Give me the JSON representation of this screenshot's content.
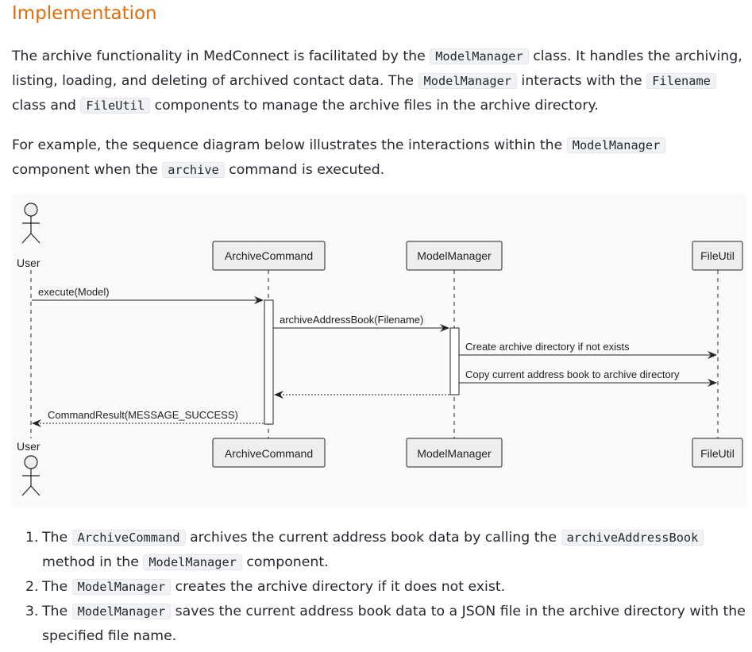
{
  "heading": "Implementation",
  "para1": {
    "t1": "The archive functionality in MedConnect is facilitated by the ",
    "c1": "ModelManager",
    "t2": " class. It handles the archiving, listing, loading, and deleting of archived contact data. The ",
    "c2": "ModelManager",
    "t3": " interacts with the ",
    "c3": "Filename",
    "t4": " class and ",
    "c4": "FileUtil",
    "t5": " components to manage the archive files in the archive directory."
  },
  "para2": {
    "t1": "For example, the sequence diagram below illustrates the interactions within the ",
    "c1": "ModelManager",
    "t2": " component when the ",
    "c2": "archive",
    "t3": " command is executed."
  },
  "diagram": {
    "actor": "User",
    "participants": [
      "ArchiveCommand",
      "ModelManager",
      "FileUtil"
    ],
    "messages": [
      "execute(Model)",
      "archiveAddressBook(Filename)",
      "Create archive directory if not exists",
      "Copy current address book to archive directory",
      "CommandResult(MESSAGE_SUCCESS)"
    ]
  },
  "steps": [
    {
      "num": "1.",
      "t1": "The ",
      "c1": "ArchiveCommand",
      "t2": " archives the current address book data by calling the ",
      "c2": "archiveAddressBook",
      "t3": " method in the ",
      "c3": "ModelManager",
      "t4": " component."
    },
    {
      "num": "2.",
      "t1": "The ",
      "c1": "ModelManager",
      "t2": " creates the archive directory if it does not exist."
    },
    {
      "num": "3.",
      "t1": "The ",
      "c1": "ModelManager",
      "t2": " saves the current address book data to a JSON file in the archive directory with the specified file name."
    }
  ]
}
